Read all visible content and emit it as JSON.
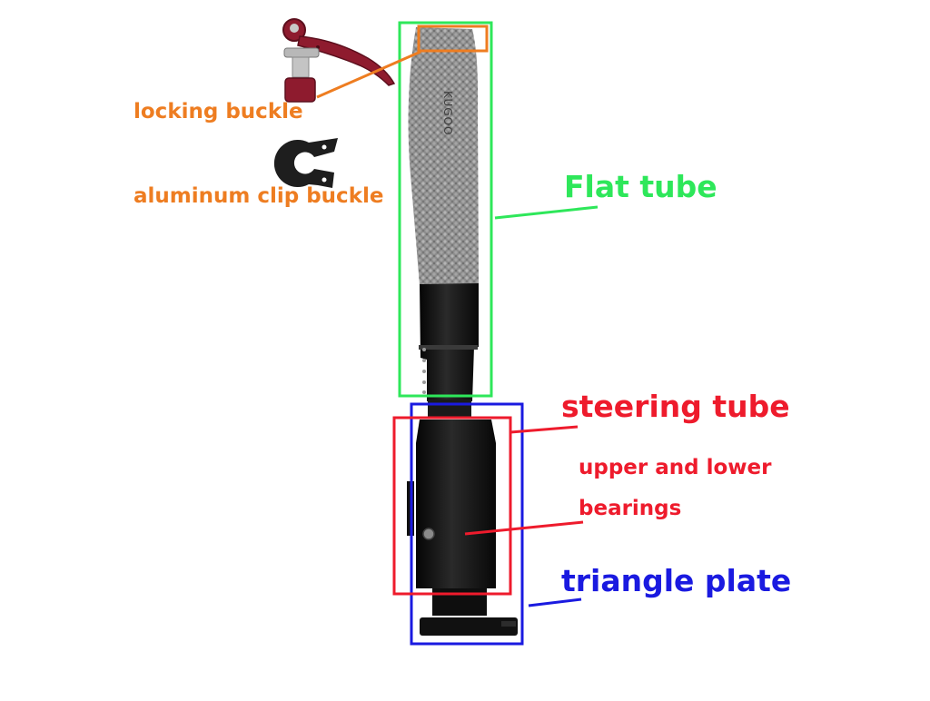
{
  "labels": {
    "locking_buckle": "locking buckle",
    "aluminum_clip_buckle": "aluminum clip buckle",
    "flat_tube": "Flat tube",
    "steering_tube": "steering tube",
    "bearings_line1": "upper and lower",
    "bearings_line2": "bearings",
    "triangle_plate": "triangle plate"
  },
  "colors": {
    "orange": "#ee7d21",
    "green": "#2ee75a",
    "red": "#ee1b2c",
    "blue": "#1a1ae0",
    "tube_black": "#151515",
    "carbon_gray": "#8e8e8e",
    "clamp_red": "#8e1b2e"
  },
  "icons": {
    "locking_buckle_part": "quick-release-lever",
    "clip_buckle_part": "c-clamp"
  }
}
